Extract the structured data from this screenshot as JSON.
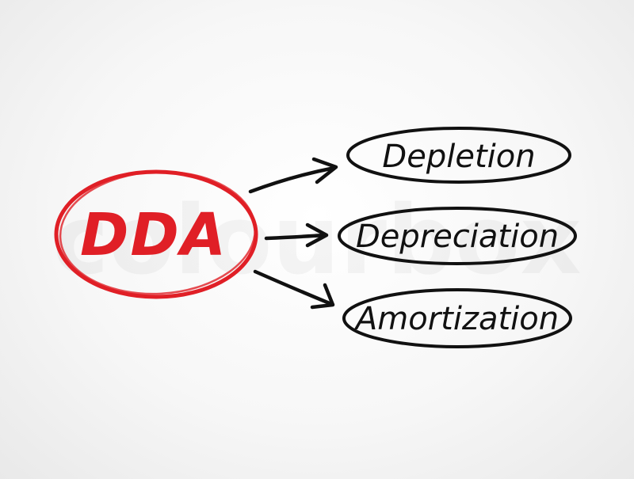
{
  "diagram": {
    "root": {
      "label": "DDA",
      "color": "#e01f26"
    },
    "branches": [
      {
        "label": "Depletion"
      },
      {
        "label": "Depreciation"
      },
      {
        "label": "Amortization"
      }
    ],
    "stroke_color": "#111111"
  },
  "watermark": {
    "text": "colourbox"
  }
}
